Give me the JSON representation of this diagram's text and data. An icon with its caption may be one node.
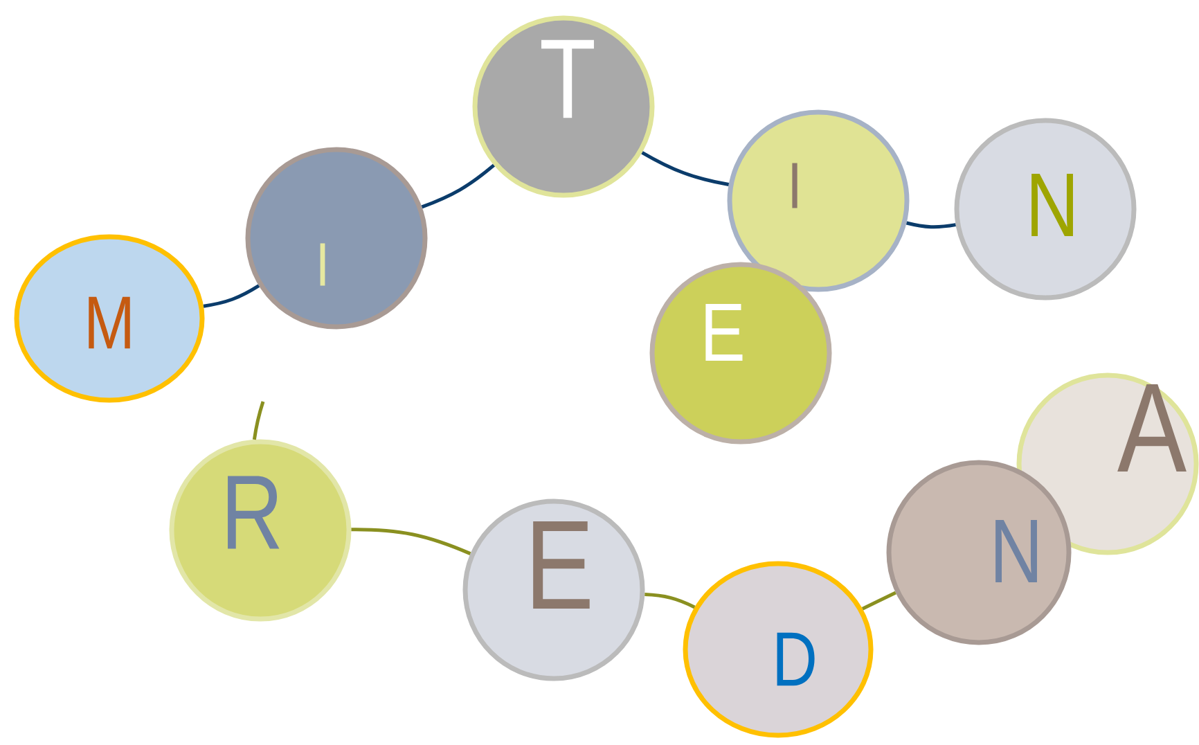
{
  "diagram": {
    "nodes": [
      {
        "text": [
          "M"
        ]
      },
      {
        "text": [
          "I"
        ]
      },
      {
        "text": [
          "T"
        ]
      },
      {
        "text": [
          "I"
        ]
      },
      {
        "text": [
          "N"
        ]
      },
      {
        "text": [
          "E"
        ]
      },
      {
        "text": [
          "R"
        ]
      },
      {
        "text": [
          "E"
        ]
      },
      {
        "text": [
          "D"
        ]
      },
      {
        "text": [
          "N"
        ]
      },
      {
        "text": [
          "A"
        ]
      }
    ],
    "edges": [
      {
        "from": 0,
        "to": 1,
        "arrow": "none",
        "color": "#0b3c6b"
      },
      {
        "from": 1,
        "to": 2,
        "arrow": "none",
        "color": "#0b3c6b"
      },
      {
        "from": 2,
        "to": 3,
        "arrow": "none",
        "color": "#0b3c6b"
      },
      {
        "from": 3,
        "to": 4,
        "arrow": "none",
        "color": "#0b3c6b"
      },
      {
        "from": null,
        "to": 6,
        "arrow": "none",
        "color": "#8a9020"
      },
      {
        "from": 6,
        "to": 7,
        "arrow": "none",
        "color": "#8a9020"
      },
      {
        "from": 7,
        "to": 8,
        "arrow": "none",
        "color": "#8a9020"
      },
      {
        "from": 8,
        "to": 9,
        "arrow": "none",
        "color": "#8a9020"
      }
    ]
  }
}
